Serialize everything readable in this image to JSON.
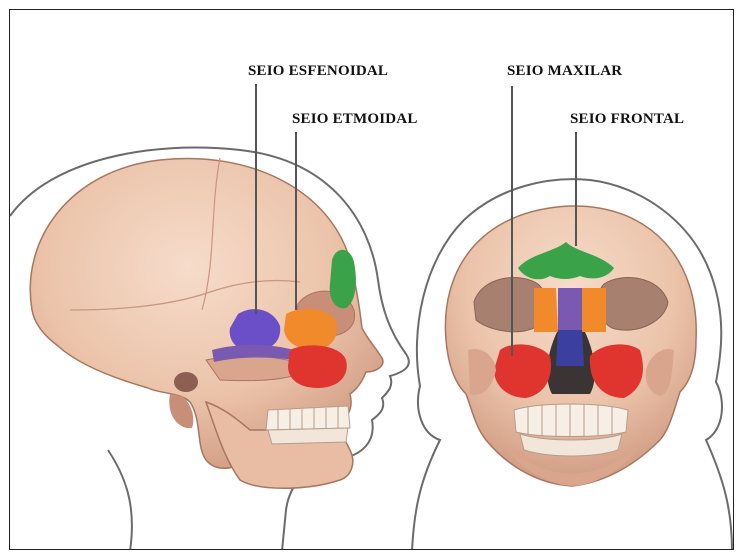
{
  "labels": {
    "sphenoid": "SEIO ESFENOIDAL",
    "ethmoid": "SEIO ETMOIDAL",
    "maxillary": "SEIO MAXILAR",
    "frontal": "SEIO FRONTAL"
  },
  "colors": {
    "bone": "#efcdb6",
    "bone_shadow": "#d9a58c",
    "bone_dark": "#b98470",
    "outline": "#6b6b6b",
    "frontal_sinus": "#3aa34a",
    "ethmoid_sinus": "#f08a2a",
    "sphenoid_sinus": "#6a4fc8",
    "maxillary_sinus": "#e0342e",
    "nasal_purple": "#7a5ab0",
    "nasal_blue": "#3b3fa0"
  }
}
